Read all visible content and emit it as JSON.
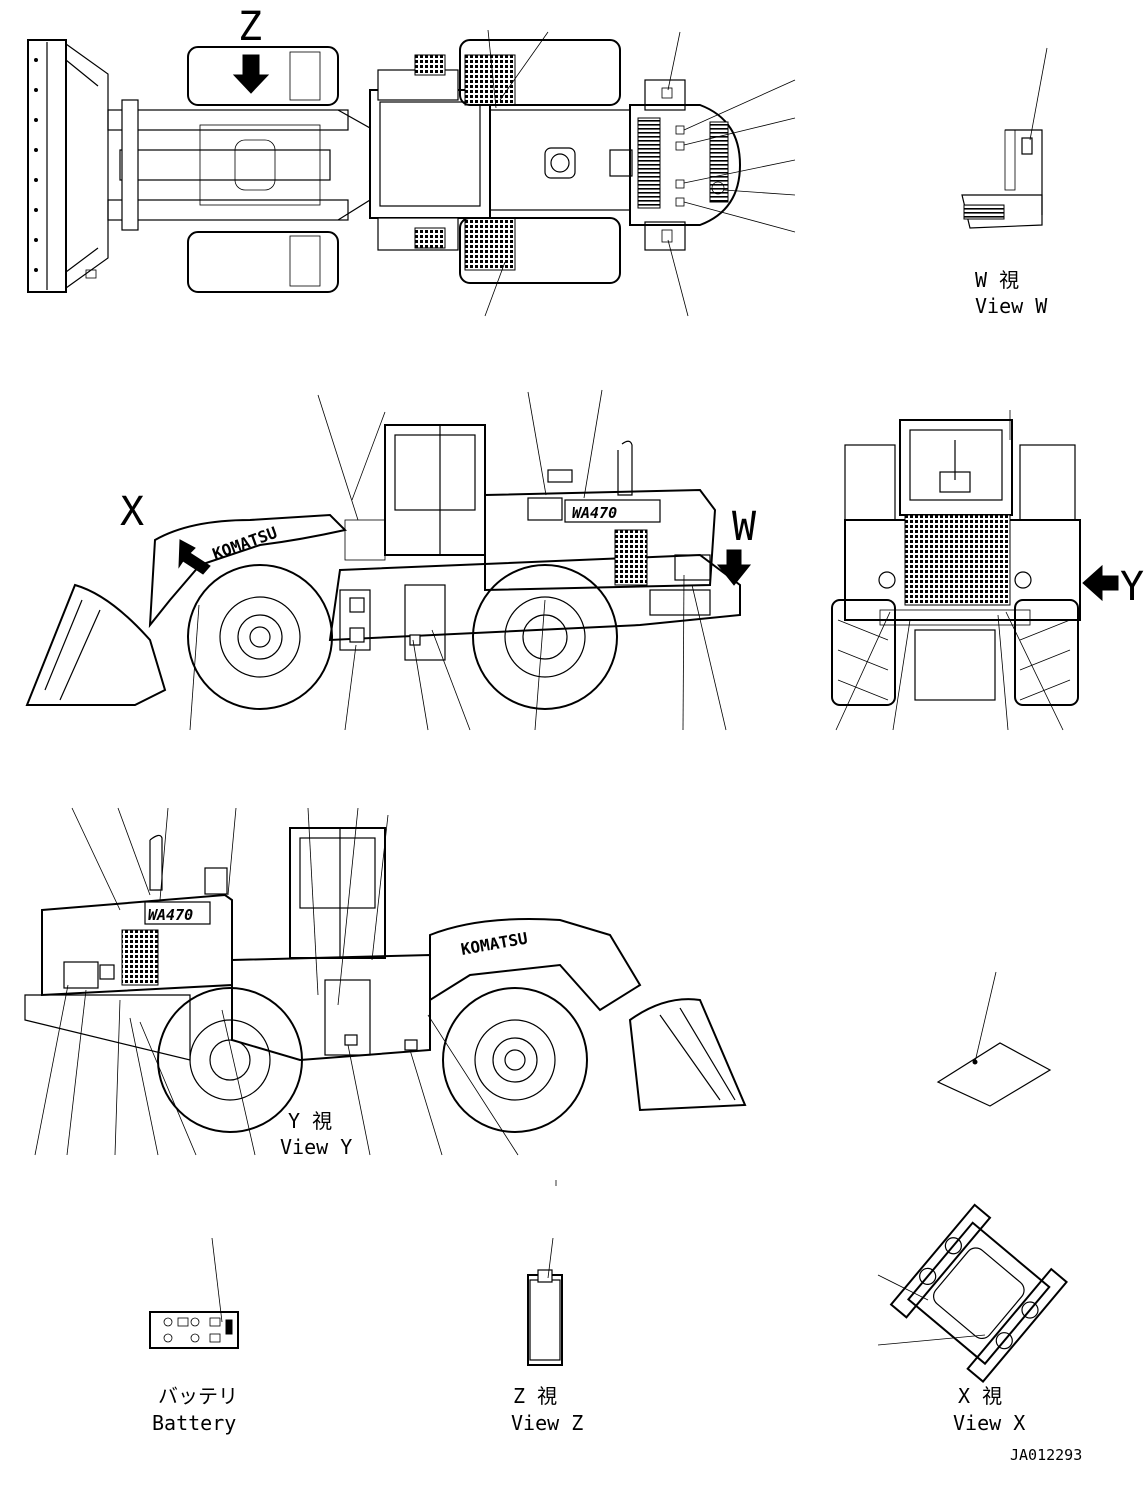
{
  "drawing": {
    "doc_number": "JA012293",
    "letters": {
      "z": "Z",
      "x": "X",
      "w": "W",
      "y": "Y"
    },
    "decal_text": {
      "model": "WA470",
      "brand": "KOMATSU"
    },
    "labels": {
      "view_w_jp": "W 視",
      "view_w_en": "View W",
      "view_y_jp": "Y 視",
      "view_y_en": "View Y",
      "battery_jp": "バッテリ",
      "battery_en": "Battery",
      "view_z_jp": "Z 視",
      "view_z_en": "View Z",
      "view_x_jp": "X 視",
      "view_x_en": "View X"
    }
  }
}
